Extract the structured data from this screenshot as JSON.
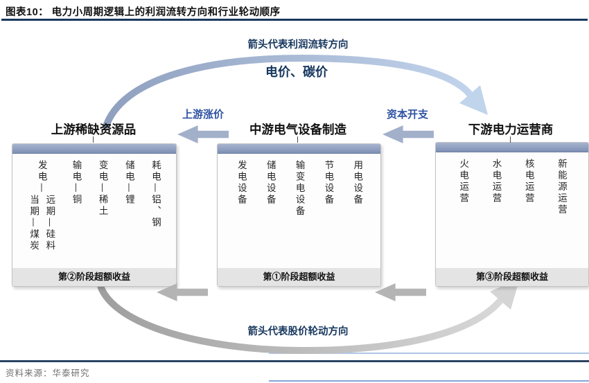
{
  "figure": {
    "title": "图表10：  电力小周期逻辑上的利润流转方向和行业轮动顺序",
    "source": "资料来源：华泰研究"
  },
  "labels": {
    "profit_flow": "箭头代表利润流转方向",
    "price": "电价、碳价",
    "upstream_price_up": "上游涨价",
    "capex": "资本开支",
    "stock_rotation": "箭头代表股价轮动方向"
  },
  "boxes": {
    "upstream": {
      "header": "上游稀缺资源品",
      "footer": "第②阶段超额收益",
      "generation": {
        "root": "发电—",
        "current": "当期—煤炭",
        "forward": "远期—硅料"
      },
      "columns": [
        "输电—铜",
        "变电—稀土",
        "储电—锂",
        "耗电—铝、钢"
      ]
    },
    "midstream": {
      "header": "中游电气设备制造",
      "footer": "第①阶段超额收益",
      "columns": [
        "发电设备",
        "储电设备",
        "输变电设备",
        "节电设备",
        "用电设备"
      ]
    },
    "downstream": {
      "header": "下游电力运营商",
      "footer": "第③阶段超额收益",
      "columns": [
        "火电运营",
        "水电运营",
        "核电运营",
        "新能源运营"
      ]
    }
  },
  "colors": {
    "navy_text": "#17375e",
    "blue_label": "#2e52a4",
    "box_bar": "#8e9dc1",
    "top_block_arrow": "#a2b0ca",
    "bottom_block_arrow": "#b4b4b4",
    "profit_arc_start": "#8fa0bf",
    "profit_arc_end": "#c4d6ee",
    "stock_arc_start": "#9f9f9f",
    "stock_arc_end": "#dadada",
    "rule": "#17375e"
  }
}
